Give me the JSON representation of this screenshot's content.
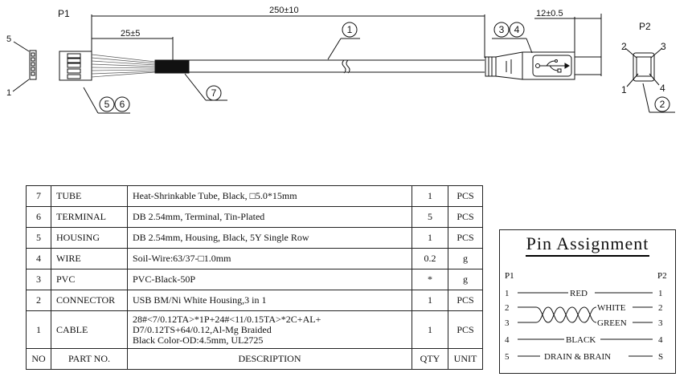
{
  "drawing": {
    "p1_label": "P1",
    "p2_label": "P2",
    "dim_total": "250±10",
    "dim_strip": "25±5",
    "dim_plug": "12±0.5",
    "p1_pin_top": "5",
    "p1_pin_bottom": "1",
    "p2_pins": [
      "2",
      "3",
      "1",
      "4"
    ],
    "callouts": [
      "1",
      "7",
      "5",
      "6",
      "3",
      "4",
      "2"
    ]
  },
  "bom": {
    "rows": [
      {
        "no": "7",
        "part": "TUBE",
        "desc": [
          "Heat-Shrinkable Tube, Black, □5.0*15mm"
        ],
        "qty": "1",
        "unit": "PCS"
      },
      {
        "no": "6",
        "part": "TERMINAL",
        "desc": [
          "DB 2.54mm, Terminal, Tin-Plated"
        ],
        "qty": "5",
        "unit": "PCS"
      },
      {
        "no": "5",
        "part": "HOUSING",
        "desc": [
          "DB 2.54mm, Housing, Black, 5Y Single Row"
        ],
        "qty": "1",
        "unit": "PCS"
      },
      {
        "no": "4",
        "part": "WIRE",
        "desc": [
          "Soil-Wire:63/37-□1.0mm"
        ],
        "qty": "0.2",
        "unit": "g"
      },
      {
        "no": "3",
        "part": "PVC",
        "desc": [
          "PVC-Black-50P"
        ],
        "qty": "*",
        "unit": "g"
      },
      {
        "no": "2",
        "part": "CONNECTOR",
        "desc": [
          "USB BM/Ni White Housing,3 in 1"
        ],
        "qty": "1",
        "unit": "PCS"
      },
      {
        "no": "1",
        "part": "CABLE",
        "desc": [
          "28#<7/0.12TA>*1P+24#<11/0.15TA>*2C+AL+",
          "D7/0.12TS+64/0.12,Al-Mg Braided",
          "Black Color-OD:4.5mm, UL2725"
        ],
        "qty": "1",
        "unit": "PCS"
      }
    ],
    "header": {
      "no": "NO",
      "part": "PART NO.",
      "desc": "DESCRIPTION",
      "qty": "QTY",
      "unit": "UNIT"
    }
  },
  "pin_assignment": {
    "title": "Pin Assignment",
    "left_header": "P1",
    "right_header": "P2",
    "rows": [
      {
        "p1": "1",
        "color": "RED",
        "p2": "1"
      },
      {
        "p1": "2",
        "color": "WHITE",
        "p2": "2"
      },
      {
        "p1": "3",
        "color": "GREEN",
        "p2": "3"
      },
      {
        "p1": "4",
        "color": "BLACK",
        "p2": "4"
      },
      {
        "p1": "5",
        "color": "DRAIN & BRAIN",
        "p2": "S"
      }
    ]
  }
}
